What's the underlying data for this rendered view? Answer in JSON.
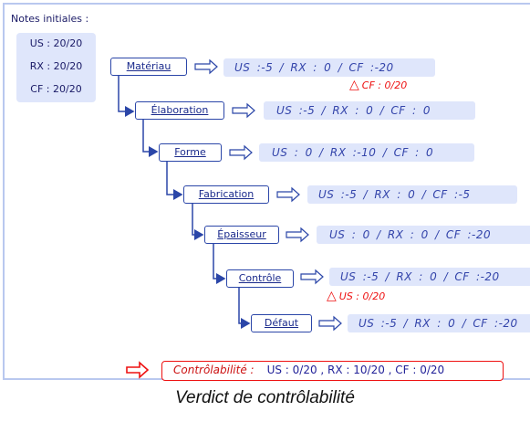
{
  "initial": {
    "title": "Notes initiales :",
    "lines": [
      "US : 20/20",
      "RX : 20/20",
      "CF : 20/20"
    ]
  },
  "steps": [
    {
      "label": "Matériau",
      "result": "US :-5  /  RX : 0  /  CF :-20",
      "warning": "CF : 0/20"
    },
    {
      "label": "Élaboration",
      "result": "US :-5  /  RX : 0  /  CF : 0"
    },
    {
      "label": "Forme",
      "result": "US : 0  /  RX :-10  /  CF : 0"
    },
    {
      "label": "Fabrication",
      "result": "US :-5  /  RX : 0  /  CF :-5"
    },
    {
      "label": "Épaisseur",
      "result": "US : 0  /  RX : 0  /  CF :-20"
    },
    {
      "label": "Contrôle",
      "result": "US :-5  /  RX : 0  /  CF :-20",
      "warning": "US : 0/20"
    },
    {
      "label": "Défaut",
      "result": "US :-5  /  RX : 0  /  CF :-20"
    }
  ],
  "verdict": {
    "label": "Contrôlabilité :",
    "values": "US : 0/20  ,  RX : 10/20  ,  CF : 0/20"
  },
  "caption": "Verdict de contrôlabilité",
  "colors": {
    "box_border": "#2b46a8",
    "result_bg": "#dfe6fb",
    "warning": "#ee1111",
    "verdict_arrow": "#ee1111"
  }
}
